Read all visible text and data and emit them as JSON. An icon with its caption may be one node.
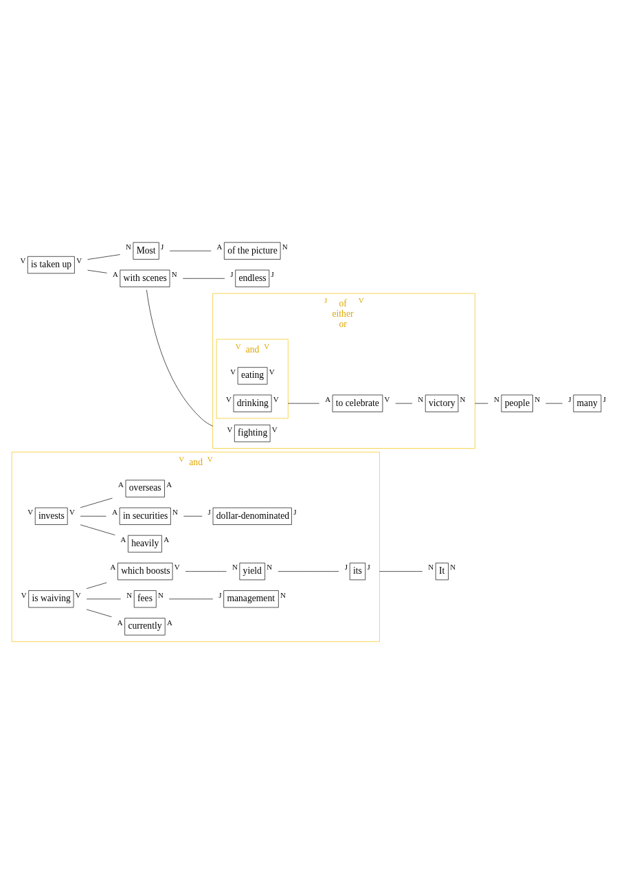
{
  "diagram": {
    "nodes": [
      {
        "text": [
          "and"
        ],
        "beside": [
          "V",
          "V"
        ]
      },
      {
        "text": [
          "invests"
        ],
        "in": 0,
        "beside": [
          "V",
          "V"
        ]
      },
      {
        "text": [
          "heavily"
        ],
        "in": 0,
        "beside": [
          "A",
          "A"
        ]
      },
      {
        "text": [
          "in securities"
        ],
        "in": 0,
        "beside": [
          "A",
          "N"
        ]
      },
      {
        "text": [
          "dollar-denominated"
        ],
        "in": 0,
        "beside": [
          "J",
          "J"
        ]
      },
      {
        "text": [
          "overseas"
        ],
        "in": 0,
        "beside": [
          "A",
          "A"
        ]
      },
      {
        "text": [
          "is waiving"
        ],
        "in": 0,
        "beside": [
          "V",
          "V"
        ]
      },
      {
        "text": [
          "currently"
        ],
        "in": 0,
        "beside": [
          "A",
          "A"
        ]
      },
      {
        "text": [
          "fees"
        ],
        "in": 0,
        "beside": [
          "N",
          "N"
        ]
      },
      {
        "text": [
          "management"
        ],
        "in": 0,
        "beside": [
          "J",
          "N"
        ]
      },
      {
        "text": [
          "which boosts"
        ],
        "in": 0,
        "beside": [
          "A",
          "V"
        ]
      },
      {
        "text": [
          "yield"
        ],
        "in": 0,
        "beside": [
          "N",
          "N"
        ]
      },
      {
        "text": [
          "its"
        ],
        "in": 0,
        "beside": [
          "J",
          "J"
        ]
      },
      {
        "text": [
          "It"
        ],
        "beside": [
          "N",
          "N"
        ]
      },
      {
        "text": [
          "Most"
        ],
        "beside": [
          "N",
          "J"
        ]
      },
      {
        "text": [
          "of the picture"
        ],
        "beside": [
          "A",
          "N"
        ]
      },
      {
        "text": [
          "is taken up"
        ],
        "beside": [
          "V",
          "V"
        ]
      },
      {
        "text": [
          "with scenes"
        ],
        "beside": [
          "A",
          "N"
        ]
      },
      {
        "text": [
          "endless"
        ],
        "beside": [
          "J",
          "J"
        ]
      },
      {
        "text": [
          "of",
          "either",
          "or"
        ],
        "beside": [
          "J",
          "V"
        ]
      },
      {
        "text": [
          "fighting"
        ],
        "in": 19,
        "beside": [
          "V",
          "V"
        ]
      },
      {
        "text": [
          "and"
        ],
        "in": 19,
        "beside": [
          "V",
          "V"
        ]
      },
      {
        "text": [
          "eating"
        ],
        "in": 21,
        "beside": [
          "V",
          "V"
        ]
      },
      {
        "text": [
          "drinking"
        ],
        "in": 21,
        "beside": [
          "V",
          "V"
        ]
      },
      {
        "text": [
          "to celebrate"
        ],
        "in": 19,
        "beside": [
          "A",
          "V"
        ]
      },
      {
        "text": [
          "victory"
        ],
        "in": 19,
        "beside": [
          "N",
          "N"
        ]
      },
      {
        "text": [
          "people"
        ],
        "beside": [
          "N",
          "N"
        ]
      },
      {
        "text": [
          "many"
        ],
        "beside": [
          "J",
          "J"
        ]
      }
    ],
    "edges": [
      {
        "from": 0,
        "to": 13,
        "arrow": "none"
      },
      {
        "from": 1,
        "to": 2,
        "arrow": "none"
      },
      {
        "from": 1,
        "to": 3,
        "arrow": "none"
      },
      {
        "from": 1,
        "to": 5,
        "arrow": "none"
      },
      {
        "from": 3,
        "to": 4,
        "arrow": "none"
      },
      {
        "from": 6,
        "to": 7,
        "arrow": "none"
      },
      {
        "from": 6,
        "to": 8,
        "arrow": "none"
      },
      {
        "from": 6,
        "to": 10,
        "arrow": "none"
      },
      {
        "from": 8,
        "to": 9,
        "arrow": "none"
      },
      {
        "from": 10,
        "to": 11,
        "arrow": "none"
      },
      {
        "from": 11,
        "to": 12,
        "arrow": "none"
      },
      {
        "from": 16,
        "to": 14,
        "arrow": "none"
      },
      {
        "from": 16,
        "to": 17,
        "arrow": "none"
      },
      {
        "from": 14,
        "to": 15,
        "arrow": "none"
      },
      {
        "from": 17,
        "to": 18,
        "arrow": "none"
      },
      {
        "from": 17,
        "to": 19,
        "arrow": "none"
      },
      {
        "from": 21,
        "to": 24,
        "arrow": "none"
      },
      {
        "from": 24,
        "to": 25,
        "arrow": "none"
      },
      {
        "from": 19,
        "to": 26,
        "arrow": "none"
      },
      {
        "from": 26,
        "to": 27,
        "arrow": "none"
      }
    ]
  }
}
